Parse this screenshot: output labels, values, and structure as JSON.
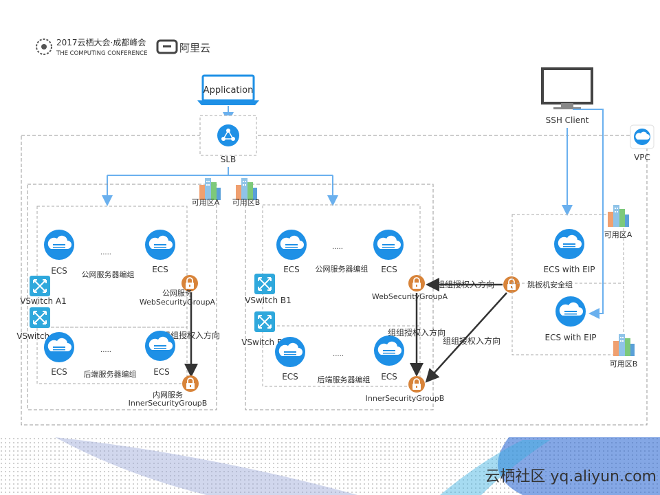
{
  "header": {
    "conference_line1": "2017云栖大会·成都峰会",
    "conference_line2": "THE COMPUTING CONFERENCE",
    "brand": "阿里云"
  },
  "diagram": {
    "application": "Application",
    "ssh_client": "SSH Client",
    "slb": "SLB",
    "vpc": "VPC",
    "zone_a": "可用区A",
    "zone_b": "可用区B",
    "ecs": "ECS",
    "ellipsis": ".....",
    "public_group": "公网服务器编组",
    "backend_group": "后端服务器编组",
    "public_service": "公网服务",
    "web_sg_a": "WebSecurityGroupA",
    "inner_service": "内网服务",
    "inner_sg_b": "InnerSecurityGroupB",
    "vswitch_a1": "VSwitch A1",
    "vswitch_a2": "VSwitch A2",
    "vswitch_b1": "VSwitch B1",
    "vswitch_b2": "VSwitch B2",
    "group_auth_in": "组组授权入方向",
    "jump_sg": "跳板机安全组",
    "ecs_with_eip": "ECS with EIP"
  },
  "watermark": "云栖社区 yq.aliyun.com",
  "colors": {
    "accent_blue": "#1e90e6",
    "arrow_blue": "#6ab0ee",
    "lock_orange": "#d8843a",
    "dash_gray": "#999999",
    "switch_blue": "#2fa8dc"
  }
}
